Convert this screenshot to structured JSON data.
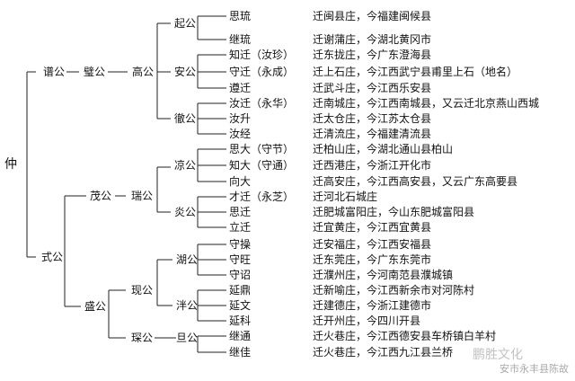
{
  "root": "仲",
  "gen1": {
    "upper": "谱公",
    "lower": "式公"
  },
  "gen2": {
    "upper": "璧公",
    "mao": "茂公",
    "sheng": "盛公"
  },
  "gen3": {
    "gao": "高公",
    "rui": "瑞公",
    "xian": "现公",
    "chen": "琛公"
  },
  "gen4": {
    "qi": "起公",
    "an": "安公",
    "che": "徹公",
    "liang": "凉公",
    "yan": "炎公",
    "hu": "湖公",
    "pan": "泮公",
    "dan": "旦公"
  },
  "rows": [
    {
      "name": "思琉",
      "migration": "迁闽县庄，今福建闽候县"
    },
    {
      "name": "继琉",
      "migration": "迁谢蒲庄，今湖北黄冈市"
    },
    {
      "name": "知迁（汝珍）",
      "migration": "迁东拢庄，今广东澄海县"
    },
    {
      "name": "守迁（永成）",
      "migration": "迁上石庄，今江西武宁县甫里上石（地名）"
    },
    {
      "name": "遵迁",
      "migration": "迁武斗庄，今江西乐安县"
    },
    {
      "name": "汝迁（永华）",
      "migration": "迁南城庄，今江西南城县，又云迁北京燕山西城"
    },
    {
      "name": "汝升",
      "migration": "迁太仓庄，今江苏太仓县"
    },
    {
      "name": "汝经",
      "migration": "迁清流庄，今福建清流县"
    },
    {
      "name": "思大（守节）",
      "migration": "迁柏山庄，今湖北通山县柏山"
    },
    {
      "name": "知大（守通）",
      "migration": "迁西港庄，今浙江开化市"
    },
    {
      "name": "向大",
      "migration": "迁高安庄，今江西高安县，又云广东高要县"
    },
    {
      "name": "才迁（永芝）",
      "migration": "迁河北石城庄"
    },
    {
      "name": "思迁",
      "migration": "迁肥城富阳庄，今山东肥城富阳县"
    },
    {
      "name": "立迁",
      "migration": "迁宜黄庄，今江西宜黄县"
    },
    {
      "name": "守操",
      "migration": "迁安福庄，今江西安福县"
    },
    {
      "name": "守旺",
      "migration": "迁东莞庄，今广东东莞市"
    },
    {
      "name": "守诏",
      "migration": "迁濮州庄，今河南范县濮城镇"
    },
    {
      "name": "延鼎",
      "migration": "迁新喻庄，今江西新余市对河陈村"
    },
    {
      "name": "延文",
      "migration": "迁建德庄，今浙江建德市"
    },
    {
      "name": "延科",
      "migration": "迁开州庄，今四川开县"
    },
    {
      "name": "继通",
      "migration": "迁火巷庄，今江西德安县车桥镇白羊村"
    },
    {
      "name": "继佳",
      "migration": "迁火巷庄，今江西九江县兰桥"
    }
  ],
  "watermark": {
    "logo": "鹏胜文化",
    "text": "安市永丰县陈故"
  }
}
